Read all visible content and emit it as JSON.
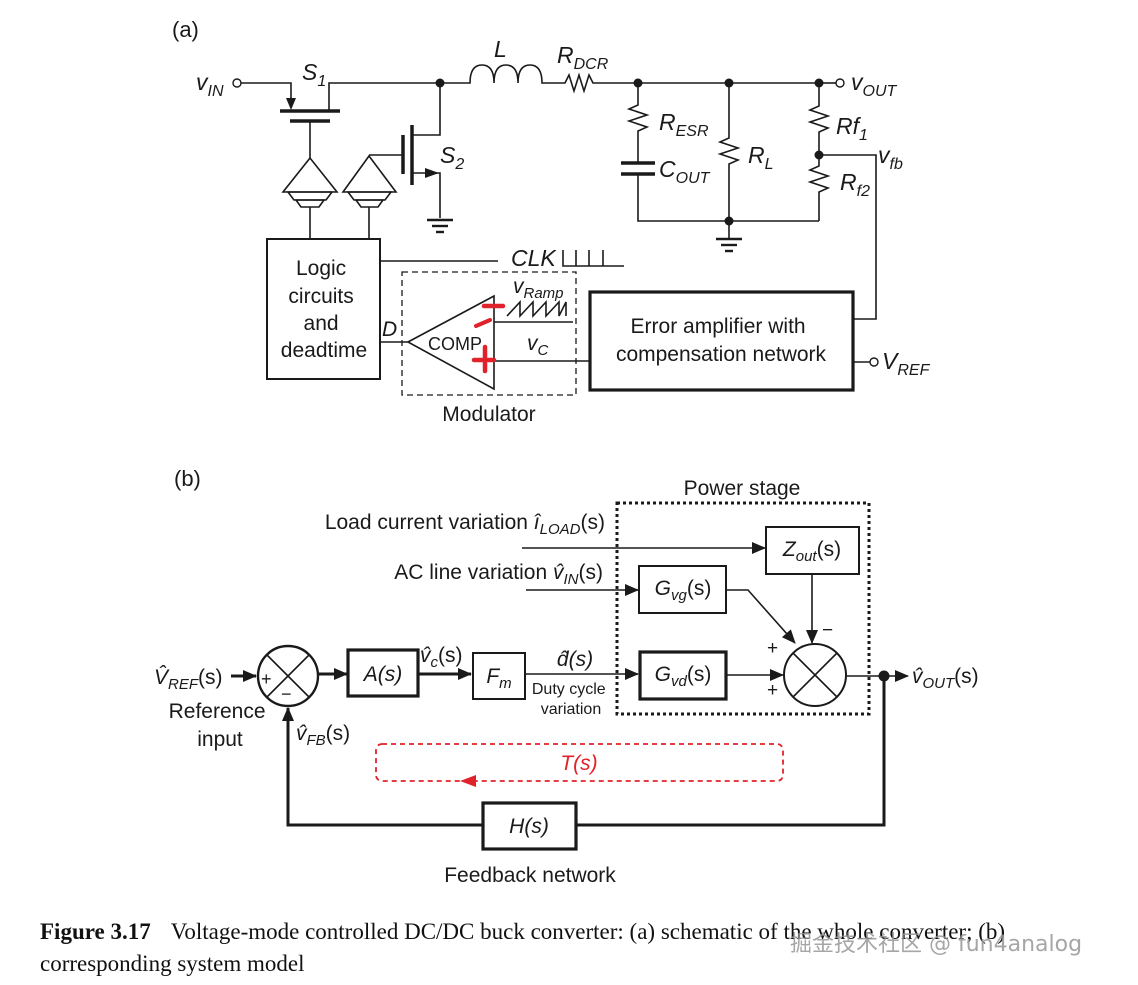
{
  "figure": {
    "panel_a_label": "(a)",
    "panel_b_label": "(b)",
    "caption_number": "Figure 3.17",
    "caption_text": "Voltage-mode controlled DC/DC buck converter: (a) schematic of the whole converter; (b) corresponding system model",
    "watermark": "掘金技术社区 @ fun4analog"
  },
  "schematic": {
    "vin": {
      "main": "v",
      "sub": "IN"
    },
    "s1": {
      "main": "S",
      "sub": "1"
    },
    "s2": {
      "main": "S",
      "sub": "2"
    },
    "inductor": "L",
    "rdcr": {
      "main": "R",
      "sub": "DCR"
    },
    "resr": {
      "main": "R",
      "sub": "ESR"
    },
    "cout": {
      "main": "C",
      "sub": "OUT"
    },
    "rl": {
      "main": "R",
      "sub": "L"
    },
    "rf1": {
      "main": "Rf",
      "sub": "1"
    },
    "rf2": {
      "main": "R",
      "sub": "f2"
    },
    "vout": {
      "main": "v",
      "sub": "OUT"
    },
    "vfb": {
      "main": "v",
      "sub": "fb"
    },
    "clk": "CLK",
    "logic_block": [
      "Logic",
      "circuits",
      "and",
      "deadtime"
    ],
    "d_label": "D",
    "comp": "COMP",
    "vramp": {
      "main": "v",
      "sub": "Ramp"
    },
    "vc": {
      "main": "v",
      "sub": "C"
    },
    "modulator": "Modulator",
    "error_amp": [
      "Error amplifier with",
      "compensation network"
    ],
    "vref": {
      "main": "V",
      "sub": "REF"
    },
    "annotation_color": "#e0222a"
  },
  "block_model": {
    "load_current": {
      "text": "Load current variation ",
      "main": "î",
      "sub": "LOAD",
      "tail": "(s)"
    },
    "ac_line": {
      "text": "AC line variation ",
      "main": "v̂",
      "sub": "IN",
      "tail": "(s)"
    },
    "power_stage": "Power stage",
    "zout": {
      "main": "Z",
      "sub": "out",
      "tail": "(s)"
    },
    "gvg": {
      "main": "G",
      "sub": "vg",
      "tail": "(s)"
    },
    "gvd": {
      "main": "G",
      "sub": "vd",
      "tail": "(s)"
    },
    "vref_in": {
      "main": "V̂",
      "sub": "REF",
      "tail": "(s)"
    },
    "reference_input": [
      "Reference",
      "input"
    ],
    "as_block": "A(s)",
    "vc_hat": {
      "main": "v̂",
      "sub": "c",
      "tail": "(s)"
    },
    "fm": {
      "main": "F",
      "sub": "m"
    },
    "d_hat": "d̂(s)",
    "duty_cycle": [
      "Duty cycle",
      "variation"
    ],
    "vfb_hat": {
      "main": "v̂",
      "sub": "FB",
      "tail": "(s)"
    },
    "vout_hat": {
      "main": "v̂",
      "sub": "OUT",
      "tail": "(s)"
    },
    "loop_gain": "T(s)",
    "hs_block": "H(s)",
    "feedback_network": "Feedback network",
    "plus": "+",
    "minus": "−",
    "loop_color": "#e0222a"
  }
}
